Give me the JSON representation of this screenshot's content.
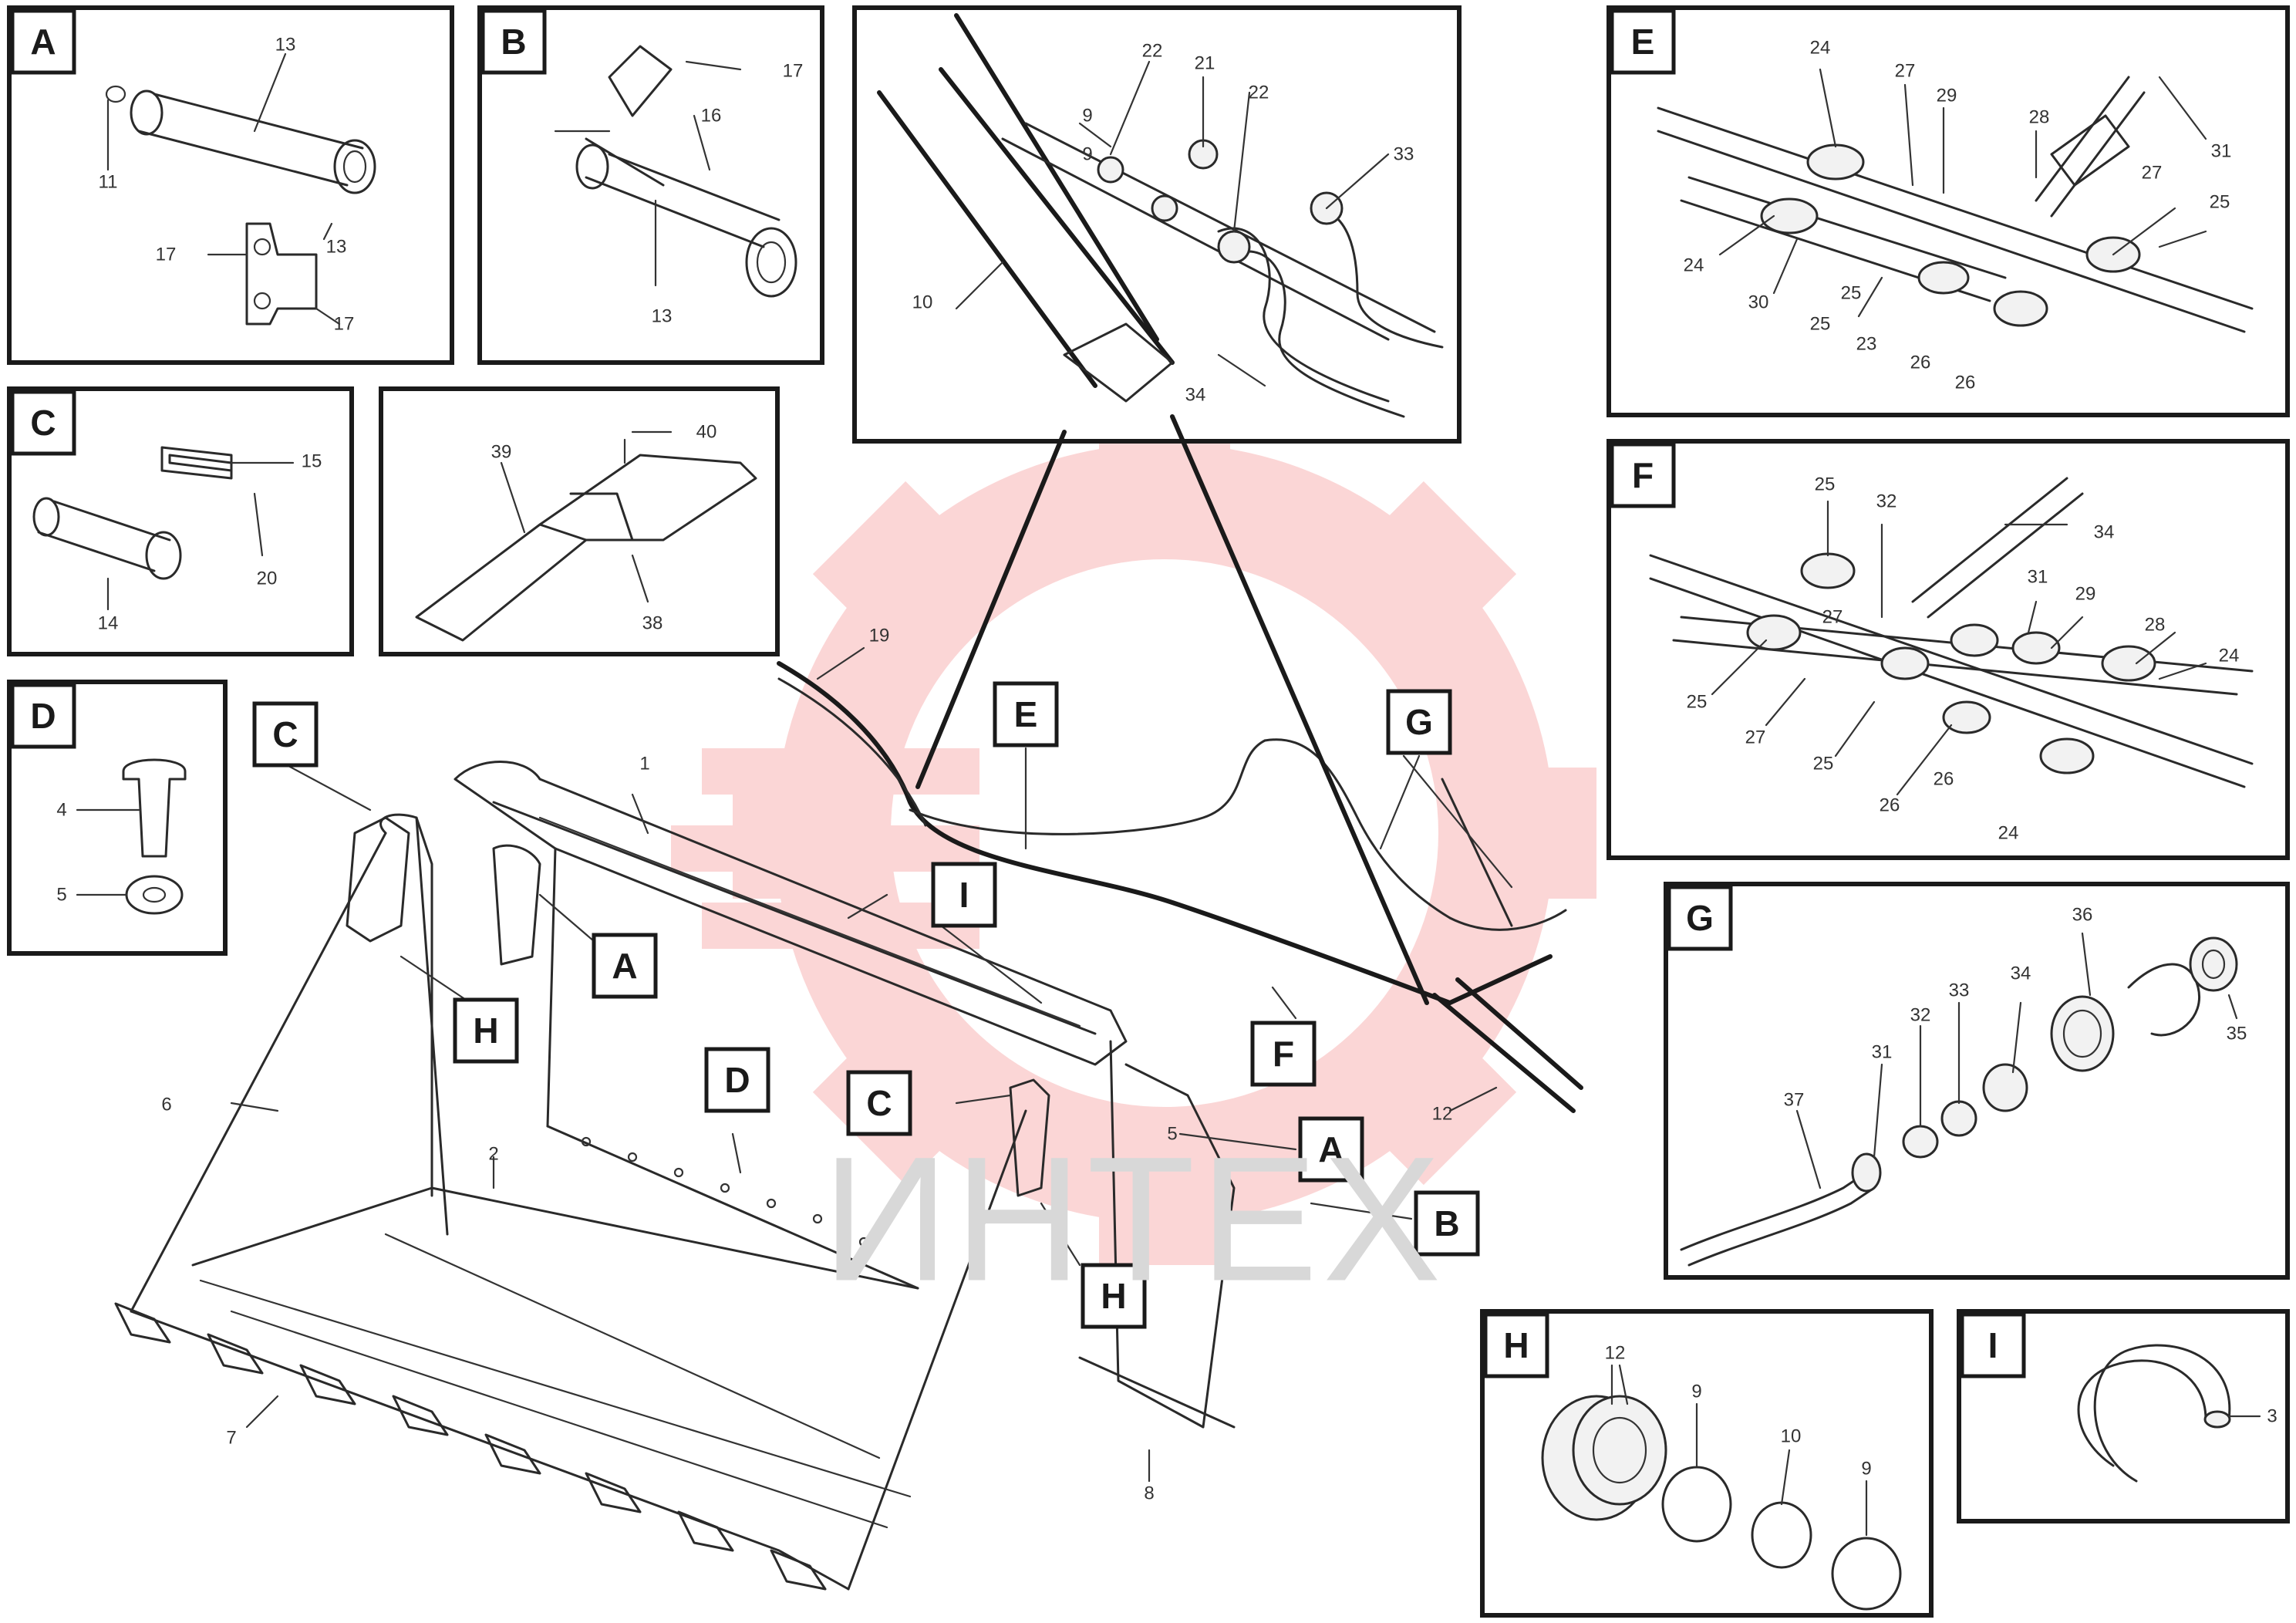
{
  "colors": {
    "watermark_red": "#ee4a4a",
    "watermark_gray": "#d8d8d8",
    "line": "#1a1a1a"
  },
  "watermark": {
    "text": "ИНТЕХ",
    "logo": "gear-logo-icon"
  },
  "reference": {
    "line1": "",
    "line2": "",
    "code": ""
  },
  "panels": {
    "A": {
      "tag": "A",
      "parts": [
        "13",
        "11",
        "17",
        "13",
        "17"
      ]
    },
    "B": {
      "tag": "B",
      "parts": [
        "17",
        "16",
        "13"
      ]
    },
    "top_center": {
      "tag": "",
      "parts": [
        "22",
        "21",
        "22",
        "9",
        "9",
        "33",
        "10",
        "34"
      ]
    },
    "C": {
      "tag": "C",
      "parts": [
        "15",
        "20",
        "14"
      ]
    },
    "tooth": {
      "tag": "",
      "parts": [
        "39",
        "40",
        "38"
      ]
    },
    "D": {
      "tag": "D",
      "parts": [
        "4",
        "5"
      ]
    },
    "E": {
      "tag": "E",
      "parts": [
        "24",
        "27",
        "29",
        "28",
        "31",
        "27",
        "25",
        "24",
        "30",
        "25",
        "23",
        "26",
        "26",
        "25"
      ]
    },
    "F": {
      "tag": "F",
      "parts": [
        "25",
        "32",
        "34",
        "31",
        "27",
        "29",
        "28",
        "24",
        "25",
        "27",
        "25",
        "26",
        "26",
        "24"
      ]
    },
    "G": {
      "tag": "G",
      "parts": [
        "36",
        "35",
        "34",
        "33",
        "32",
        "31",
        "37"
      ]
    },
    "H": {
      "tag": "H",
      "parts": [
        "12",
        "9",
        "10",
        "9"
      ]
    },
    "I": {
      "tag": "I",
      "parts": [
        "3"
      ]
    }
  },
  "callouts": {
    "tag_C1": "C",
    "tag_H1": "H",
    "tag_A1": "A",
    "tag_D": "D",
    "tag_E": "E",
    "tag_I": "I",
    "tag_G": "G",
    "tag_F": "F",
    "tag_C2": "C",
    "tag_A2": "A",
    "tag_B": "B",
    "tag_H2": "H"
  },
  "main_parts": [
    "19",
    "1",
    "6",
    "2",
    "7",
    "8",
    "12",
    "5"
  ]
}
